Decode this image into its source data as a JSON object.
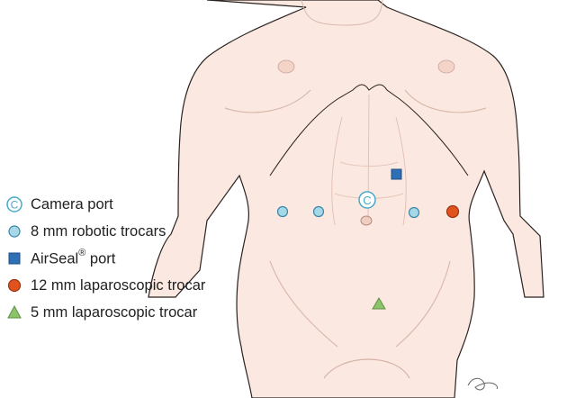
{
  "legend": {
    "camera": {
      "symbol": "C",
      "label": "Camera port"
    },
    "robotic": {
      "label": "8 mm robotic trocars"
    },
    "airseal": {
      "label_main": "AirSeal",
      "label_reg": "®",
      "label_tail": " port"
    },
    "lap12": {
      "label": "12 mm laparoscopic trocar"
    },
    "lap5": {
      "label": "5 mm laparoscopic trocar"
    }
  },
  "markers": {
    "camera_symbol": "C"
  },
  "colors": {
    "skin": "#fbe9e1",
    "outline": "#2a2220",
    "shade": "#e8c8bc",
    "robotic": "#a6d8e8",
    "robotic_stroke": "#3a86a8",
    "airseal": "#2e6fb5",
    "lap12": "#e0531f",
    "lap5": "#8cc46a",
    "camera_ring": "#49a8c8"
  }
}
